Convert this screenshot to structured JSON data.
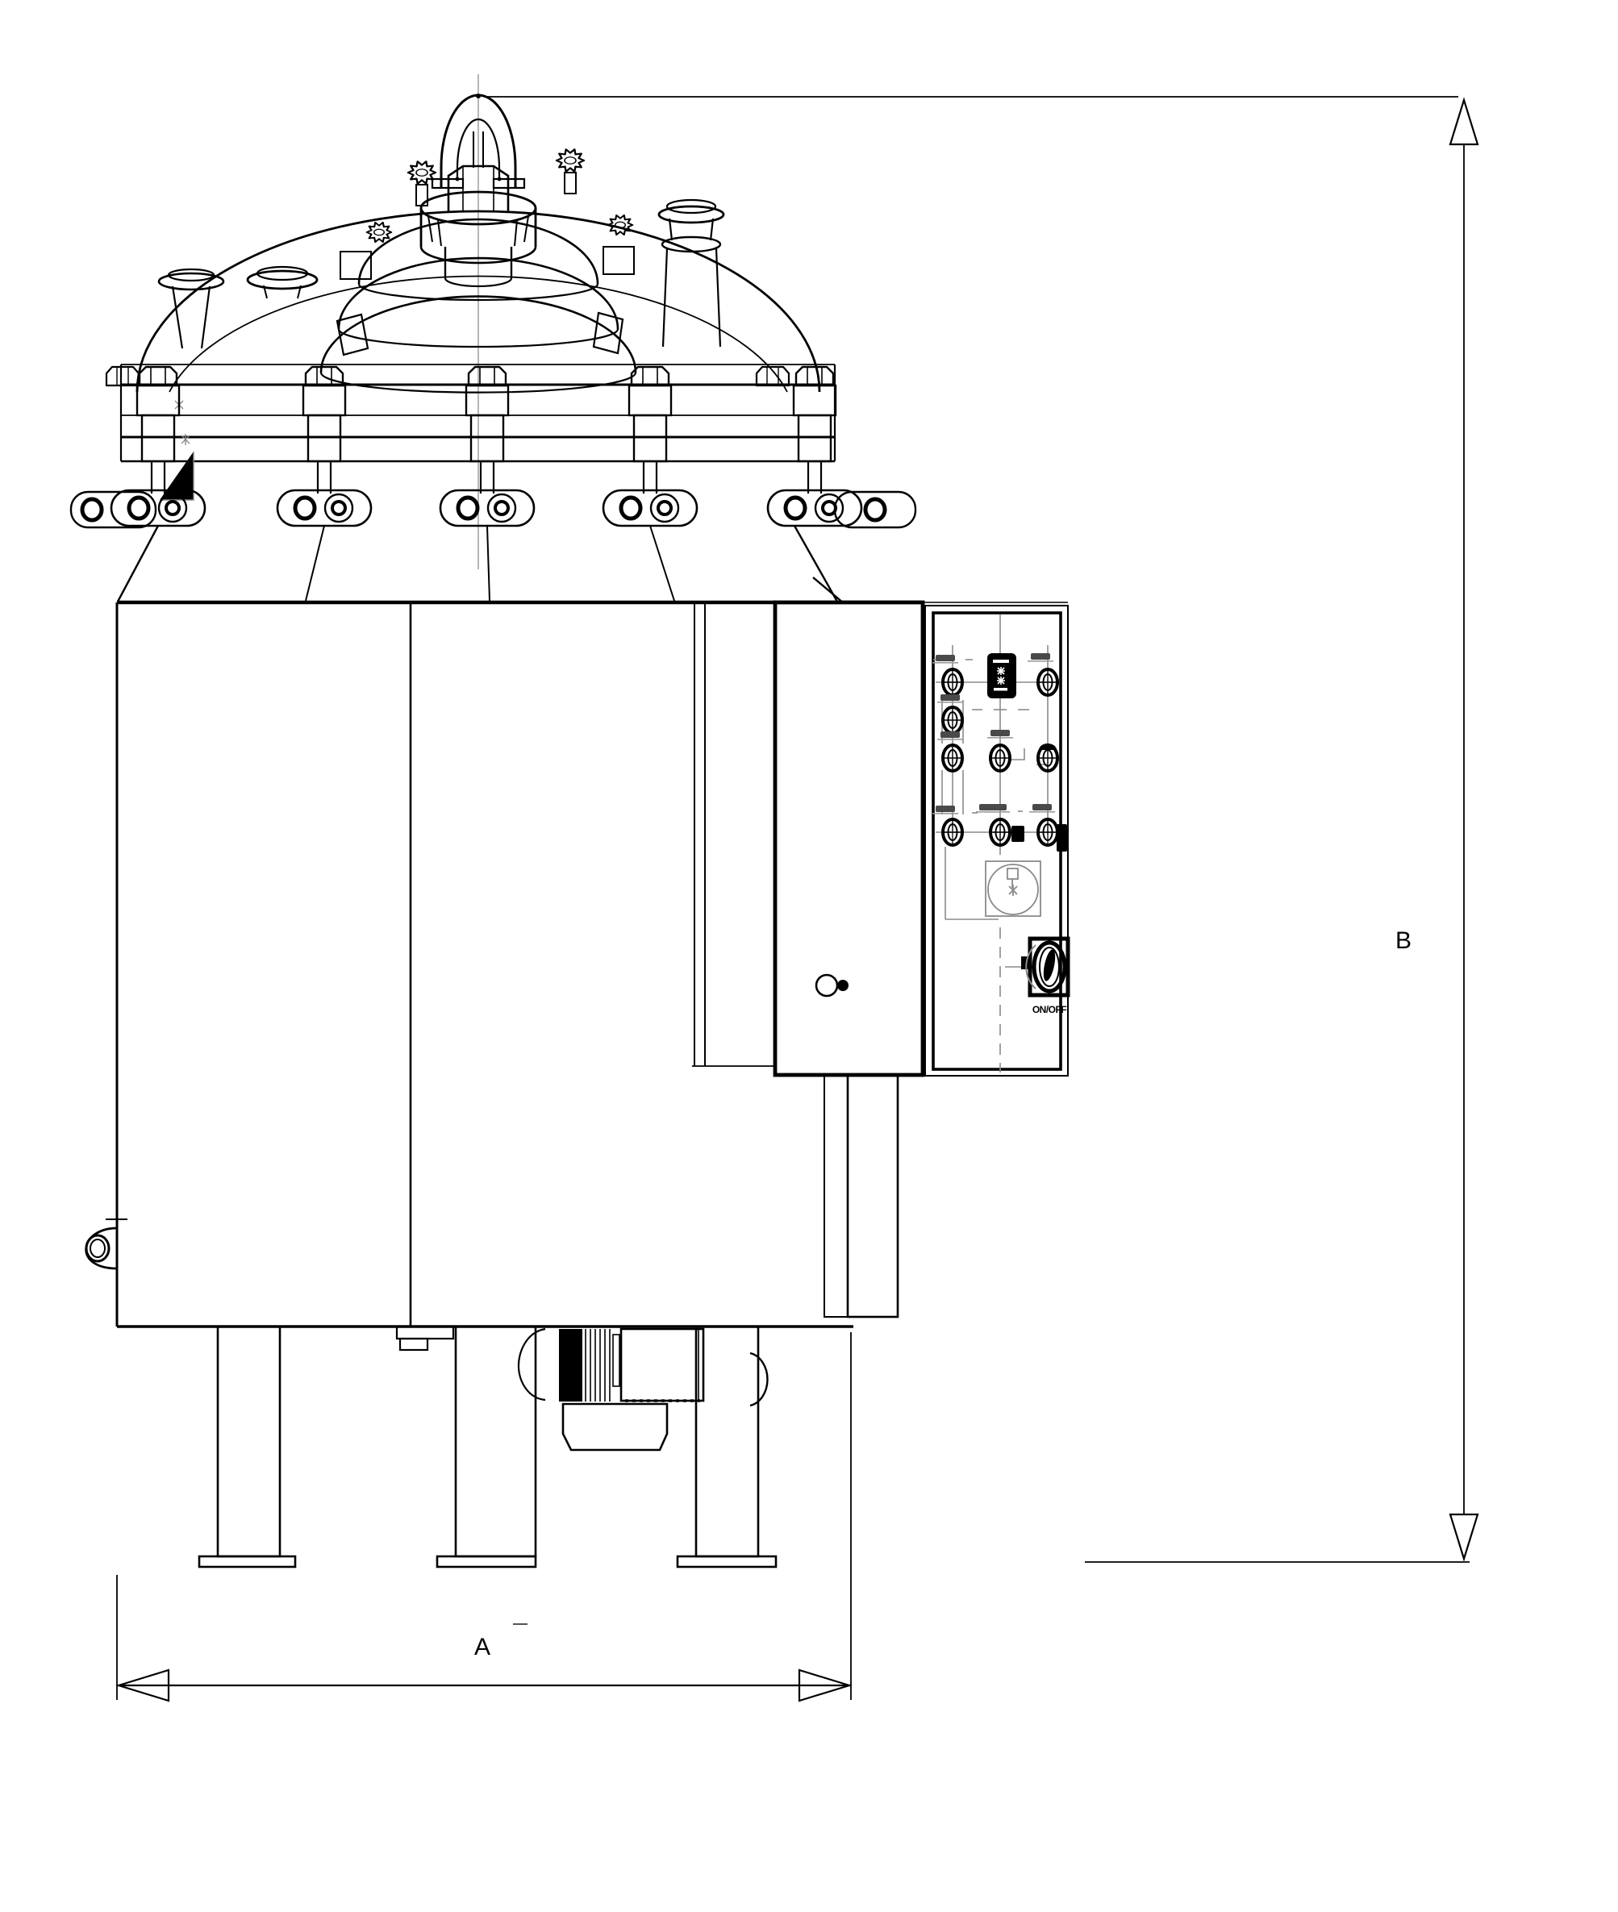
{
  "page": {
    "background": "#ffffff"
  },
  "drawing": {
    "type": "engineering-front-view",
    "dimension_a_label": "A",
    "dimension_b_label": "B",
    "panel_switch_label": "ON/OFF",
    "colors": {
      "line": "#000000",
      "centerline": "#989898",
      "panel_lines": "#8a8a8a",
      "background": "#ffffff"
    },
    "icon_names": [
      "lifting-shackle-icon",
      "hex-collar-icon",
      "star-knob-icon",
      "nozzle-flange-icon",
      "swing-bolt-icon",
      "clevis-lug-icon",
      "side-lug-icon",
      "sight-port-icon",
      "control-knob-icon",
      "digital-display-icon",
      "gauge-dial-icon",
      "rotary-switch-icon",
      "motor-fins-icon",
      "leg-icon",
      "foot-plate-icon",
      "dimension-arrow-icon"
    ]
  }
}
